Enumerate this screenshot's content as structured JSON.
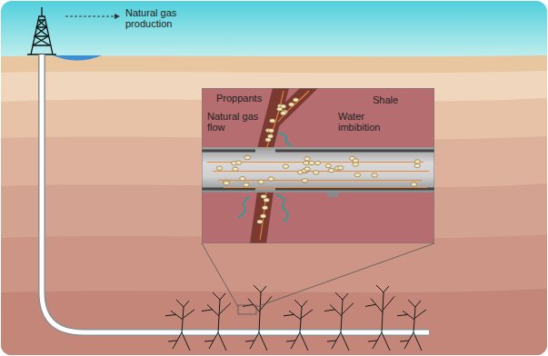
{
  "diagram": {
    "labels": [
      "Natural gas production",
      "Proppants",
      "Shale",
      "Natural gas flow",
      "Water imbibition"
    ]
  }
}
